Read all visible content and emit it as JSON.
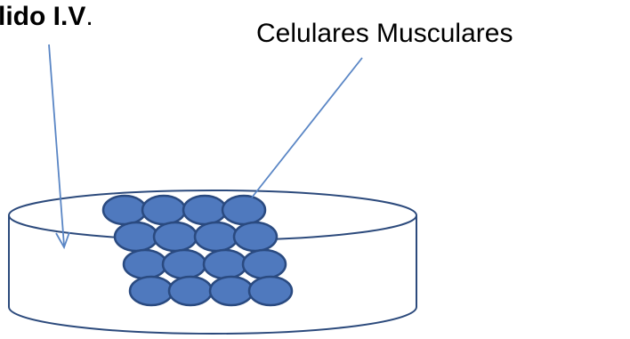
{
  "labels": {
    "liquid_bold": "lido I.V",
    "liquid_period": ".",
    "cells": "Celulares Musculares"
  },
  "colors": {
    "cell_fill": "#4F79BE",
    "cell_stroke": "#2A4A80",
    "arrow": "#5A86C5",
    "dish_stroke": "#2C4A7C",
    "background": "#FFFFFF"
  },
  "cells": {
    "rows": 4,
    "columns": 4
  }
}
